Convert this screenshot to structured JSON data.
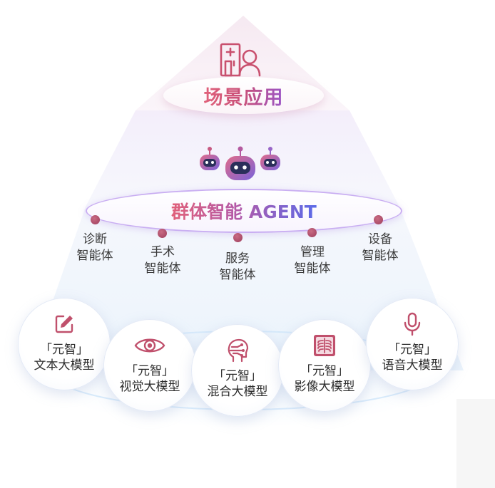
{
  "scene": {
    "title": "场景应用",
    "icon": "hospital-building-person-icon"
  },
  "collective": {
    "title": "群体智能 AGENT",
    "icon": "robot-heads-icon"
  },
  "agents": [
    {
      "line1": "诊断",
      "line2": "智能体"
    },
    {
      "line1": "手术",
      "line2": "智能体"
    },
    {
      "line1": "服务",
      "line2": "智能体"
    },
    {
      "line1": "管理",
      "line2": "智能体"
    },
    {
      "line1": "设备",
      "line2": "智能体"
    }
  ],
  "models": [
    {
      "line1": "「元智」",
      "line2": "文本大模型",
      "icon": "edit-pencil-icon"
    },
    {
      "line1": "「元智」",
      "line2": "视觉大模型",
      "icon": "eye-icon"
    },
    {
      "line1": "「元智」",
      "line2": "混合大模型",
      "icon": "brain-head-icon"
    },
    {
      "line1": "「元智」",
      "line2": "影像大模型",
      "icon": "xray-chest-icon"
    },
    {
      "line1": "「元智」",
      "line2": "语音大模型",
      "icon": "microphone-icon"
    }
  ],
  "colors": {
    "accent_pink": "#e0617a",
    "accent_purple": "#9a55c8",
    "accent_blue": "#5a6ae8",
    "dot": "#a8475f",
    "icon": "#c0506c"
  }
}
